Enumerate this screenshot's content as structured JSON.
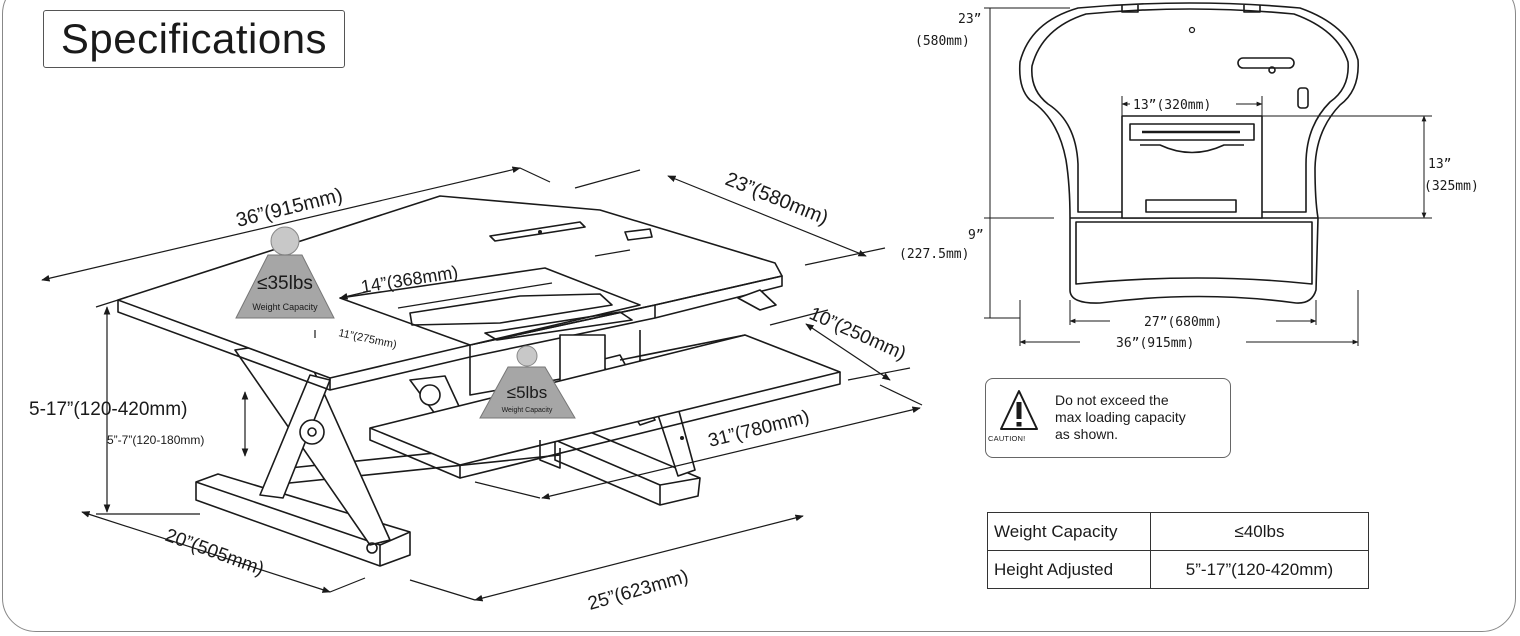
{
  "title": "Specifications",
  "iso_view": {
    "width": "36”(915mm)",
    "depth": "23”(580mm)",
    "center_panel": "14”(368mm)",
    "center_depth": "11”(275mm)",
    "keyboard_depth": "10”(250mm)",
    "keyboard_width": "31”(780mm)",
    "height_range": "5-17”(120-420mm)",
    "keyboard_drop": "5”-7”(120-180mm)",
    "base_depth": "20”(505mm)",
    "base_width": "25”(623mm)",
    "weight_top": {
      "value": "≤35lbs",
      "caption": "Weight Capacity"
    },
    "weight_keyboard": {
      "value": "≤5lbs",
      "caption": "Weight Capacity"
    }
  },
  "top_view": {
    "depth_in": "23”",
    "depth_mm": "(580mm)",
    "front_in": "9”",
    "front_mm": "(227.5mm)",
    "tray_width": "13”(320mm)",
    "tray_depth_in": "13”",
    "tray_depth_mm": "(325mm)",
    "inner_width": "27”(680mm)",
    "outer_width": "36”(915mm)"
  },
  "caution": {
    "message": "Do not exceed the\nmax loading capacity\nas shown.",
    "tag": "CAUTION!"
  },
  "spec_table": [
    {
      "label": "Weight Capacity",
      "value": "≤40lbs"
    },
    {
      "label": "Height Adjusted",
      "value": "5”-17”(120-420mm)"
    }
  ]
}
